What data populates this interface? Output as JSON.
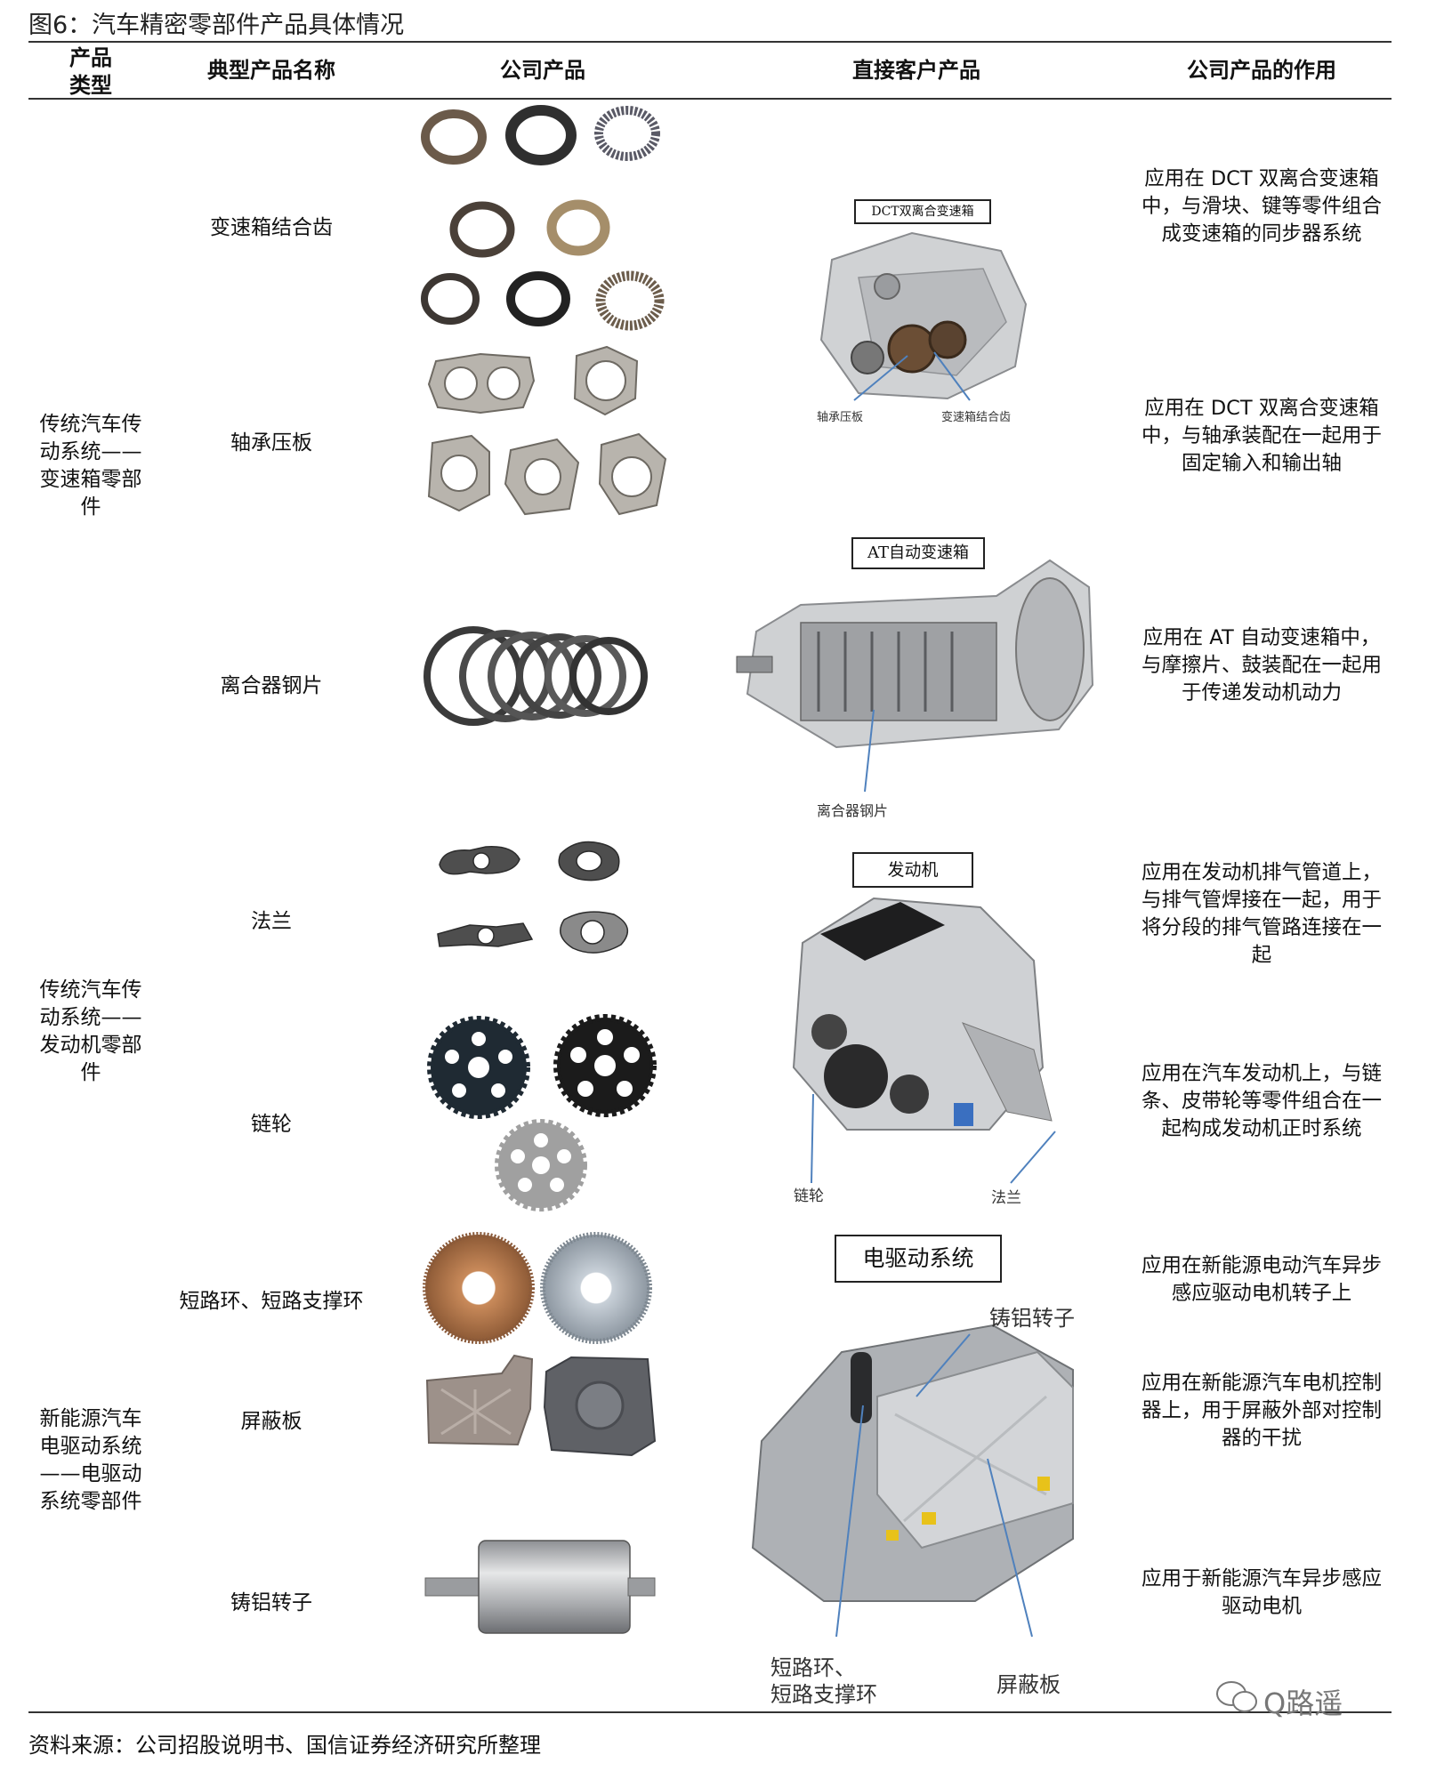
{
  "figure_title": "图6：汽车精密零部件产品具体情况",
  "headers": {
    "product_type": "产品类型",
    "typical_product": "典型产品名称",
    "company_product": "公司产品",
    "customer_product": "直接客户产品",
    "product_role": "公司产品的作用"
  },
  "categories": [
    "传统汽车传动系统——变速箱零部件",
    "传统汽车传动系统——发动机零部件",
    "新能源汽车电驱动系统——电驱动系统零部件"
  ],
  "products": [
    {
      "name": "变速箱结合齿",
      "role": "应用在 DCT 双离合变速箱中，与滑块、键等零件组合成变速箱的同步器系统"
    },
    {
      "name": "轴承压板",
      "role": "应用在 DCT 双离合变速箱中，与轴承装配在一起用于固定输入和输出轴"
    },
    {
      "name": "离合器钢片",
      "role": "应用在 AT 自动变速箱中，与摩擦片、鼓装配在一起用于传递发动机动力"
    },
    {
      "name": "法兰",
      "role": "应用在发动机排气管道上，与排气管焊接在一起，用于将分段的排气管路连接在一起"
    },
    {
      "name": "链轮",
      "role": "应用在汽车发动机上，与链条、皮带轮等零件组合在一起构成发动机正时系统"
    },
    {
      "name": "短路环、短路支撑环",
      "role": "应用在新能源电动汽车异步感应驱动电机转子上"
    },
    {
      "name": "屏蔽板",
      "role": "应用在新能源汽车电机控制器上，用于屏蔽外部对控制器的干扰"
    },
    {
      "name": "铸铝转子",
      "role": "应用于新能源汽车异步感应驱动电机"
    }
  ],
  "customer_images": {
    "dct": {
      "box": "DCT双离合变速箱",
      "callout_left": "轴承压板",
      "callout_right": "变速箱结合齿"
    },
    "at": {
      "box": "AT自动变速箱",
      "callout": "离合器钢片"
    },
    "engine": {
      "box": "发动机",
      "callout_left": "链轮",
      "callout_right": "法兰"
    },
    "edrive": {
      "box": "电驱动系统",
      "callout_top": "铸铝转子",
      "callout_bottom_left": "短路环、\n短路支撑环",
      "callout_bottom_right": "屏蔽板"
    }
  },
  "source": "资料来源：公司招股说明书、国信证券经济研究所整理",
  "watermark": "Q路遥",
  "colors": {
    "arrow": "#4f81bd",
    "rule": "#333333",
    "metal": "#9a9a9a",
    "copper": "#b87333"
  }
}
